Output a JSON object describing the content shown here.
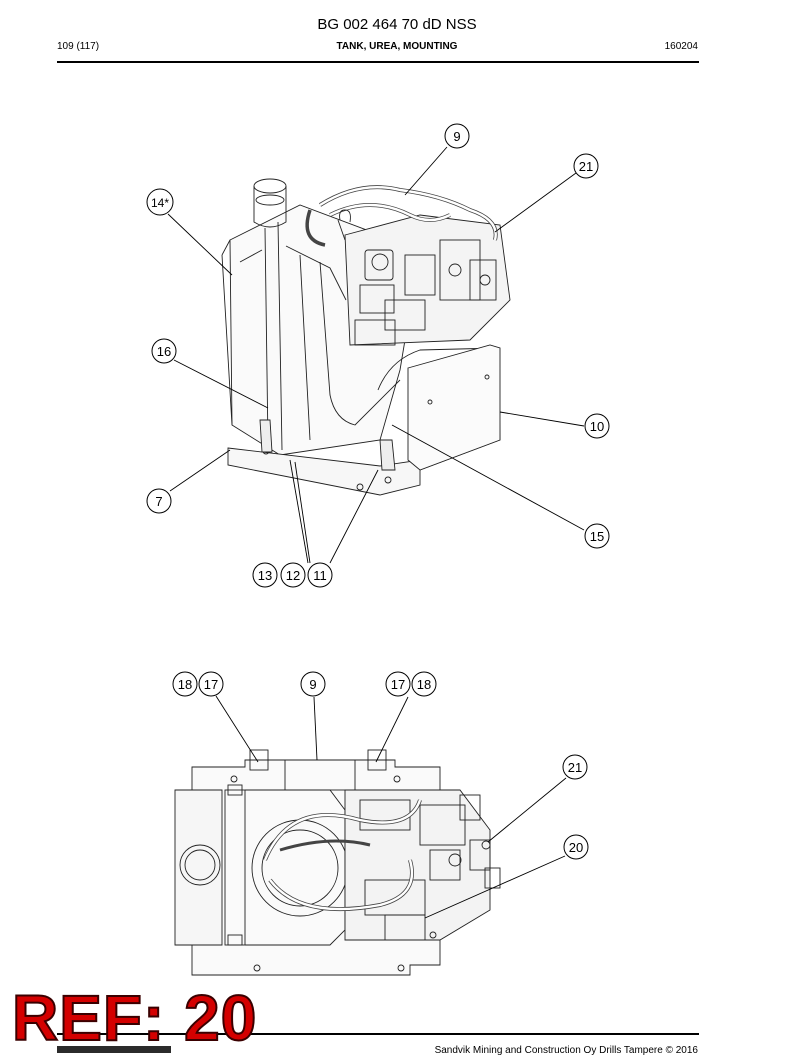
{
  "header": {
    "doc_title": "BG 002 464 70 dD NSS",
    "page_number": "109 (117)",
    "section_title": "TANK, UREA, MOUNTING",
    "date_code": "160204"
  },
  "callouts_top": [
    "9",
    "21",
    "14*",
    "16",
    "10",
    "7",
    "15",
    "13",
    "12",
    "11"
  ],
  "callouts_bottom": [
    "18",
    "17",
    "9",
    "17",
    "18",
    "21",
    "20"
  ],
  "stamp": {
    "text": "REF: 20",
    "color": "#d40000"
  },
  "footer": {
    "copyright": "Sandvik Mining and Construction Oy Drills Tampere © 2016"
  }
}
